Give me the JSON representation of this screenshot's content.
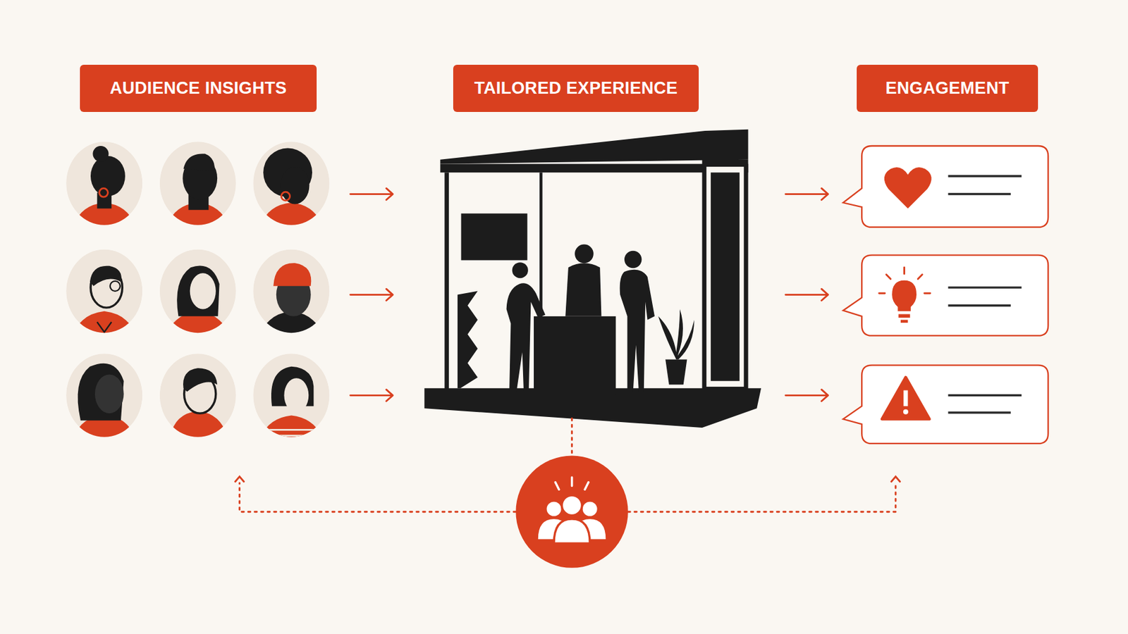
{
  "diagram": {
    "nodes": [
      {
        "text": [
          "AUDIENCE INSIGHTS"
        ]
      },
      {
        "text": [
          "TAILORED EXPERIENCE"
        ]
      },
      {
        "text": [
          "ENGAGEMENT"
        ]
      }
    ]
  }
}
